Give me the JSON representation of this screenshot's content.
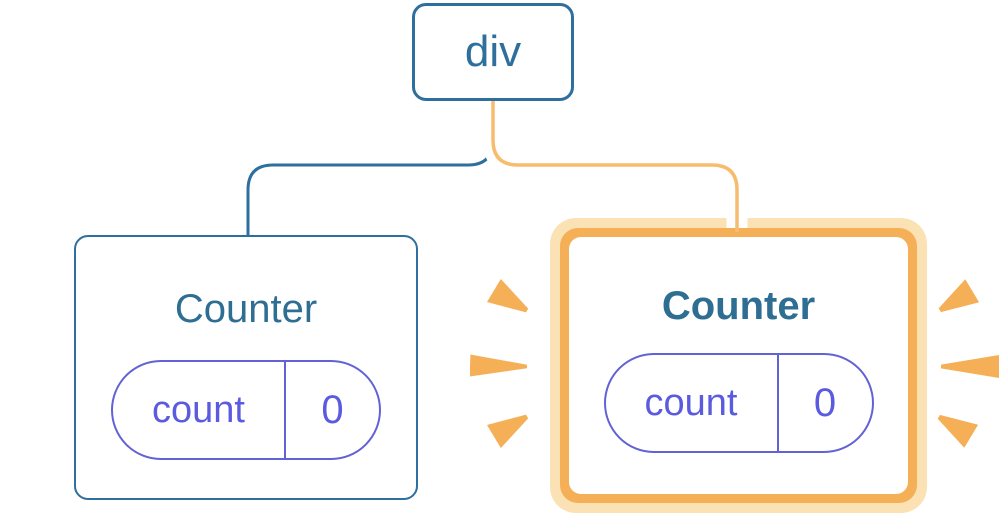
{
  "colors": {
    "blue": "#2E6F9E",
    "title-blue": "#2E6E93",
    "indigo-border": "#6262D6",
    "indigo-text": "#5B5BE0",
    "orange": "#F5B057",
    "orange-halo": "#FBE2B4",
    "orange-line": "#F7BC6D",
    "white": "#FFFFFF"
  },
  "tree": {
    "root": {
      "label": "div"
    },
    "children": [
      {
        "title": "Counter",
        "highlighted": false,
        "state_label": "count",
        "state_value": "0"
      },
      {
        "title": "Counter",
        "highlighted": true,
        "state_label": "count",
        "state_value": "0"
      }
    ]
  }
}
